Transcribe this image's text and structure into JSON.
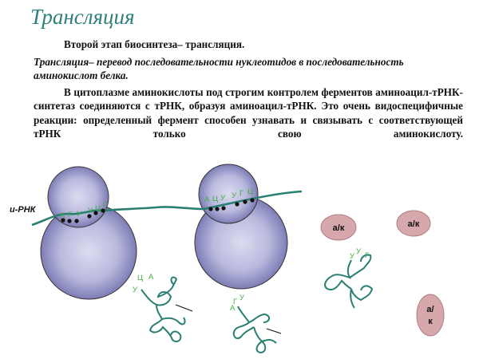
{
  "heading": "Трансляция",
  "paragraphs": {
    "intro": "Второй этап биосинтеза– трансляция.",
    "definition": "Трансляция– перевод последовательности нуклеотидов в последовательность аминокислот белка.",
    "body": "В цитоплазме  аминокислоты под строгим контролем ферментов аминоацил-тРНК-синтетаз соединяются с тРНК, образуя аминоацил-тРНК. Это очень видоспецифичные реакции: определенный фермент способен узнавать и связывать с соответствующей тРНК только свою аминокислоту."
  },
  "diagram": {
    "mrna_label": "и-РНК",
    "ribosome1_codons": [
      "А",
      "Г",
      "У",
      "У",
      "Ц",
      "Г"
    ],
    "ribosome2_codons": [
      "А",
      "Ц",
      "У",
      "У",
      "Г",
      "Ц"
    ],
    "trna1_anticodon": [
      "У",
      "Ц",
      "А"
    ],
    "trna2_anticodon": [
      "А",
      "Г",
      "У"
    ],
    "trna3_anticodon": [
      "У",
      "У",
      "Г"
    ],
    "amino_acid_label": "а/к",
    "amino_acid_label_split": [
      "а/",
      "к"
    ],
    "colors": {
      "heading": "#2f7f7a",
      "mrna": "#2a7f73",
      "letters": "#3fae3f",
      "ribosome_center": "#d3d3ec",
      "ribosome_edge": "#6a6aa8",
      "amino_acid_fill": "#d6a8ab",
      "amino_acid_stroke": "#b07c80"
    }
  }
}
